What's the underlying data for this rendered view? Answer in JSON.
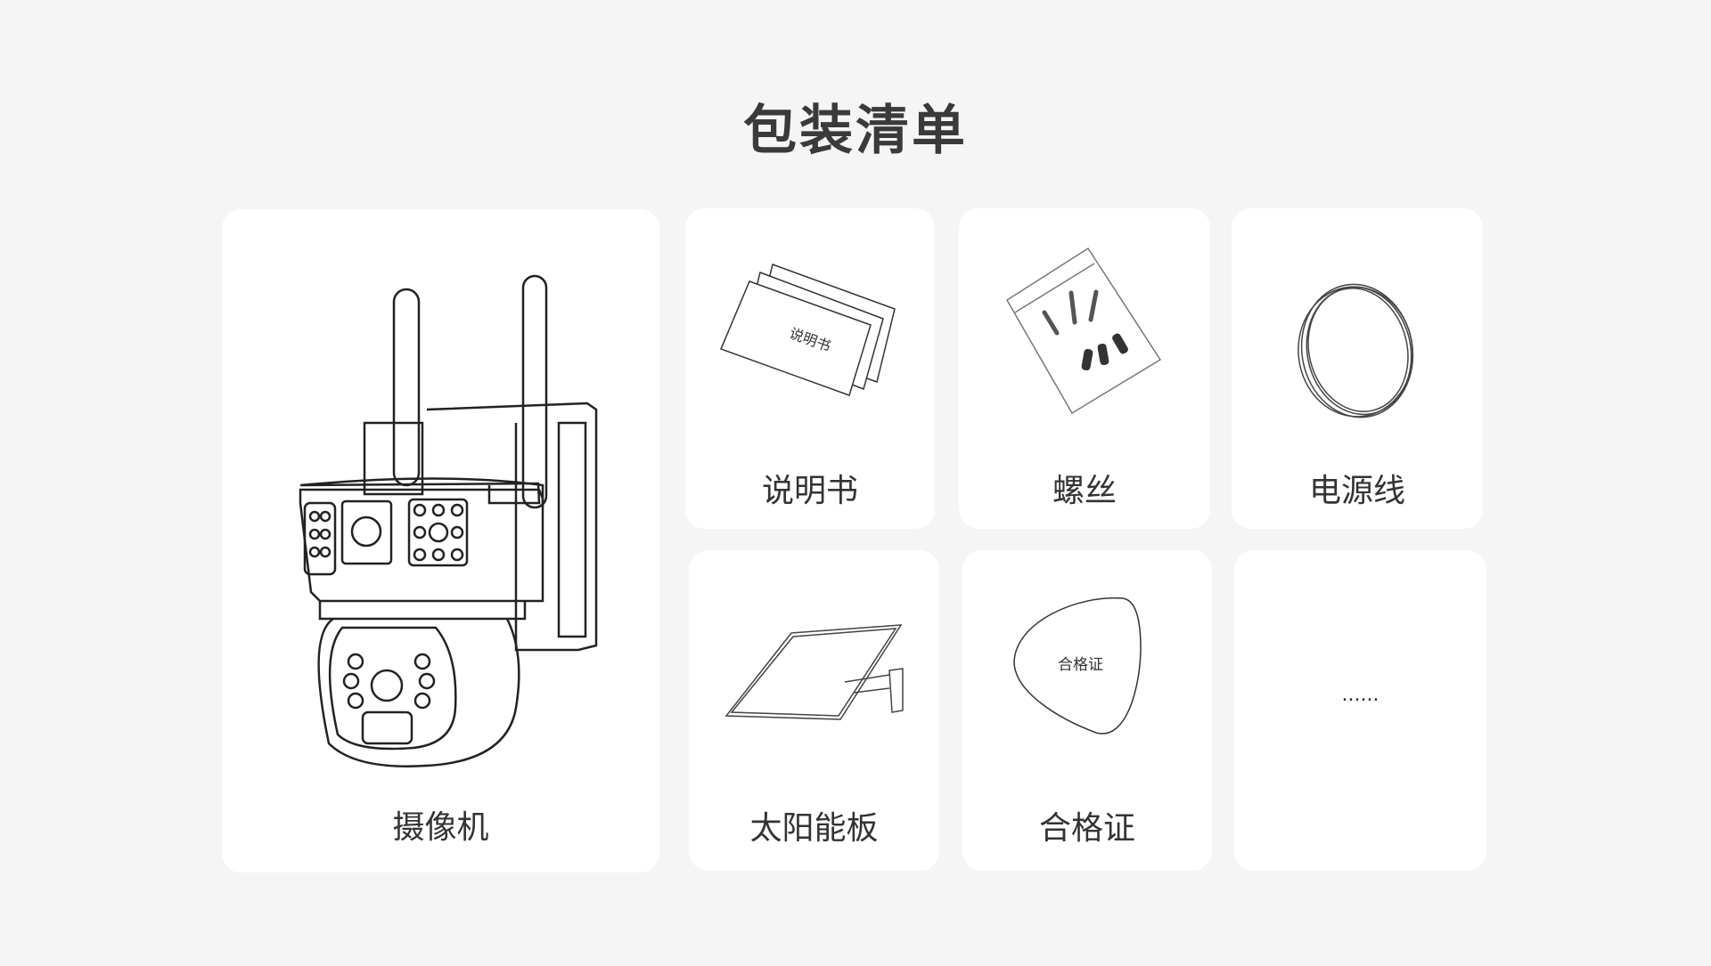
{
  "title": "包装清单",
  "items": [
    {
      "label": "摄像机",
      "icon": "camera-icon"
    },
    {
      "label": "说明书",
      "icon": "manual-icon",
      "inner_text": "说明书"
    },
    {
      "label": "螺丝",
      "icon": "screws-icon"
    },
    {
      "label": "电源线",
      "icon": "cable-icon"
    },
    {
      "label": "太阳能板",
      "icon": "solar-panel-icon"
    },
    {
      "label": "合格证",
      "icon": "certificate-icon",
      "inner_text": "合格证"
    },
    {
      "label": "......"
    }
  ]
}
